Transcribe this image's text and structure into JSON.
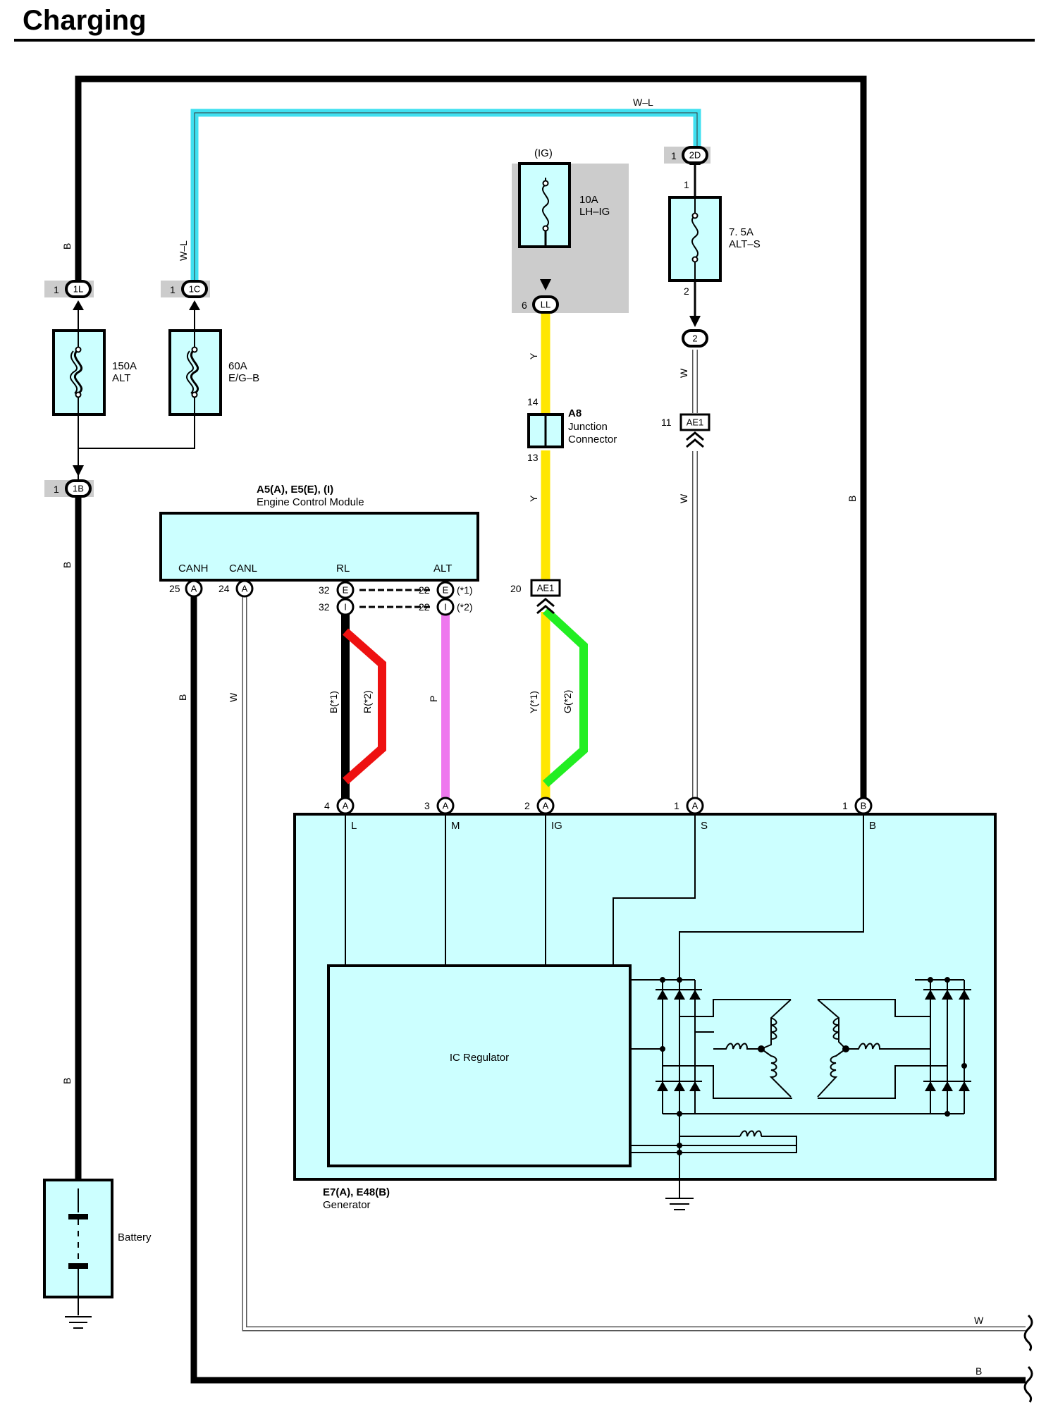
{
  "title": "Charging",
  "colors": {
    "wire_black": "#000000",
    "wire_cyan": "#40e0f0",
    "wire_yellow": "#ffe600",
    "wire_red": "#ee1111",
    "wire_green": "#22ee22",
    "wire_pink": "#ee77ee",
    "component_fill": "#ccffff",
    "shaded_area": "#cccccc"
  },
  "ig_label": "(IG)",
  "fuses": {
    "alt": {
      "rating": "150A",
      "name": "ALT"
    },
    "egb": {
      "rating": "60A",
      "name": "E/G–B"
    },
    "lhig": {
      "rating": "10A",
      "name": "LH–IG"
    },
    "alts": {
      "rating": "7. 5A",
      "name": "ALT–S"
    }
  },
  "junction_connector": {
    "code": "A8",
    "line1": "Junction",
    "line2": "Connector",
    "pin_in": "14",
    "pin_out": "13"
  },
  "ecm": {
    "code": "A5(A), E5(E), (I)",
    "name": "Engine Control Module",
    "terminals": [
      "CANH",
      "CANL",
      "RL",
      "ALT"
    ],
    "pins": {
      "canh": "25",
      "canl": "24",
      "rl_e": "32",
      "rl_i": "32",
      "alt_e": "22",
      "alt_i": "22",
      "note1": "(*1)",
      "note2": "(*2)"
    }
  },
  "generator": {
    "code": "E7(A), E48(B)",
    "name": "Generator",
    "regulator": "IC Regulator",
    "terminals": [
      "L",
      "M",
      "IG",
      "S",
      "B"
    ],
    "pins": [
      "4",
      "3",
      "2",
      "1",
      "1"
    ]
  },
  "battery": "Battery",
  "connectors": {
    "c1L": {
      "id": "1L",
      "pin": "1"
    },
    "c1C": {
      "id": "1C",
      "pin": "1"
    },
    "c1B": {
      "id": "1B",
      "pin": "1"
    },
    "c2D": {
      "id": "2D",
      "pin": "1"
    },
    "cLL": {
      "id": "LL",
      "pin": "6"
    },
    "cAE1_11": {
      "id": "AE1",
      "pin": "11"
    },
    "cAE1_20": {
      "id": "AE1",
      "pin": "20"
    },
    "c2": {
      "id": "2"
    },
    "fuse_alts_in": "1",
    "fuse_alts_out": "2",
    "pinA": "A",
    "pinB": "B",
    "pinE": "E",
    "pinI": "I"
  },
  "wire_labels": {
    "B": "B",
    "WL": "W–L",
    "W": "W",
    "Y": "Y",
    "P": "P",
    "B1": "B(*1)",
    "R2": "R(*2)",
    "Y1": "Y(*1)",
    "G2": "G(*2)"
  }
}
